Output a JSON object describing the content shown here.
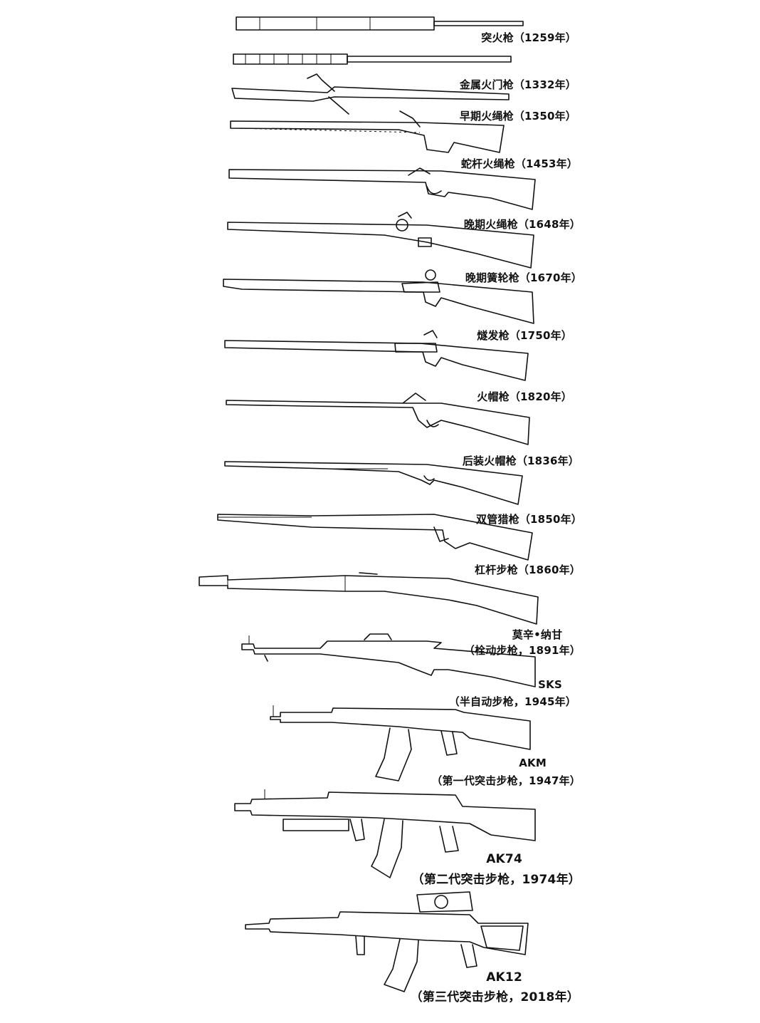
{
  "weapons": [
    {
      "id": "tuhuoqiang",
      "label": "突火枪（1259年）"
    },
    {
      "id": "metal-hand-cannon",
      "label": "金属火门枪（1332年）"
    },
    {
      "id": "early-matchlock",
      "label": "早期火绳枪（1350年）"
    },
    {
      "id": "serpentine-matchlock",
      "label": "蛇杆火绳枪（1453年）"
    },
    {
      "id": "late-matchlock",
      "label": "晚期火绳枪（1648年）"
    },
    {
      "id": "late-wheellock",
      "label": "晚期簧轮枪（1670年）"
    },
    {
      "id": "flintlock",
      "label": "燧发枪（1750年）"
    },
    {
      "id": "percussion-cap",
      "label": "火帽枪（1820年）"
    },
    {
      "id": "breech-loading-percussion",
      "label": "后装火帽枪（1836年）"
    },
    {
      "id": "double-barrel-shotgun",
      "label": "双管猎枪（1850年）"
    },
    {
      "id": "lever-action",
      "label": "杠杆步枪（1860年）"
    },
    {
      "id": "mosin-nagant",
      "label_line1": "莫辛•纳甘",
      "label_line2": "（栓动步枪，1891年）"
    },
    {
      "id": "sks",
      "label_line1": "SKS",
      "label_line2": "（半自动步枪，1945年）"
    },
    {
      "id": "akm",
      "label_line1": "AKM",
      "label_line2": "（第一代突击步枪，1947年）"
    },
    {
      "id": "ak74",
      "label_line1": "AK74",
      "label_line2": "（第二代突击步枪，1974年）"
    },
    {
      "id": "ak12",
      "label_line1": "AK12",
      "label_line2": "（第三代突击步枪，2018年）"
    }
  ]
}
